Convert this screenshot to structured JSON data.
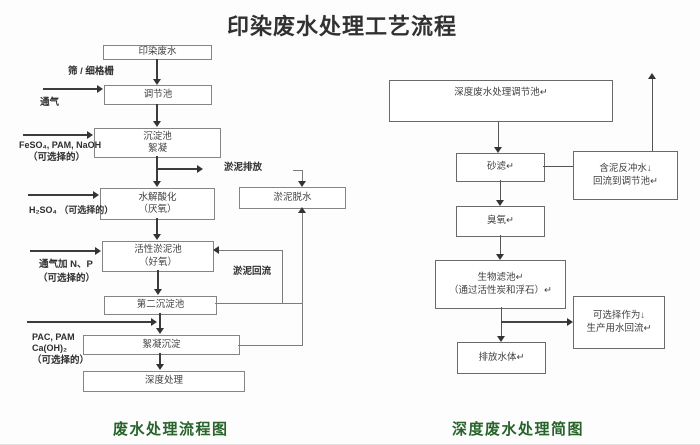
{
  "title": "印染废水处理工艺流程",
  "colors": {
    "caption_green": "#27632a",
    "title_text": "#313131",
    "flow_line": "#3c3c3c",
    "return_line": "#7c7c7c"
  },
  "left_chart": {
    "caption": "废水处理流程图",
    "nodes": {
      "raw": "印染废水",
      "regulating": "调节池",
      "sediment_line1": "沉淀池",
      "sediment_line2": "絮凝",
      "hydrolysis_line1": "水解酸化",
      "hydrolysis_line2": "（厌氧）",
      "activated_line1": "活性淤泥池",
      "activated_line2": "（好氧）",
      "secondary": "第二沉淀池",
      "flocculation": "絮凝沉淀",
      "advanced": "深度处理",
      "sludge_dewater": "淤泥脱水"
    },
    "labels": {
      "screen": "筛 / 细格栅",
      "aeration": "通气",
      "feso4": "FeSO₄, PAM, NaOH",
      "optional1": "（可选择的）",
      "h2so4": "H₂SO₄ （可选择的）",
      "aeration_np": "通气加 N、P",
      "optional2": "（可选择的）",
      "pac": "PAC, PAM",
      "caoh2": "Ca(OH)₂",
      "optional3": "（可选择的）",
      "sludge_discharge": "淤泥排放",
      "sludge_return": "淤泥回流"
    }
  },
  "right_chart": {
    "caption": "深度废水处理简图",
    "nodes": {
      "regulating": "深度废水处理调节池↵",
      "sand_filter": "砂滤↵",
      "backwash_line1": "含泥反冲水↓",
      "backwash_line2": "回流到调节池↵",
      "ozone": "臭氧↵",
      "biofilter_line1": "生物滤池↵",
      "biofilter_line2": "（通过活性炭和浮石）↵",
      "reuse_line1": "可选择作为↓",
      "reuse_line2": "生产用水回流↵",
      "discharge": "排放水体↵"
    }
  }
}
